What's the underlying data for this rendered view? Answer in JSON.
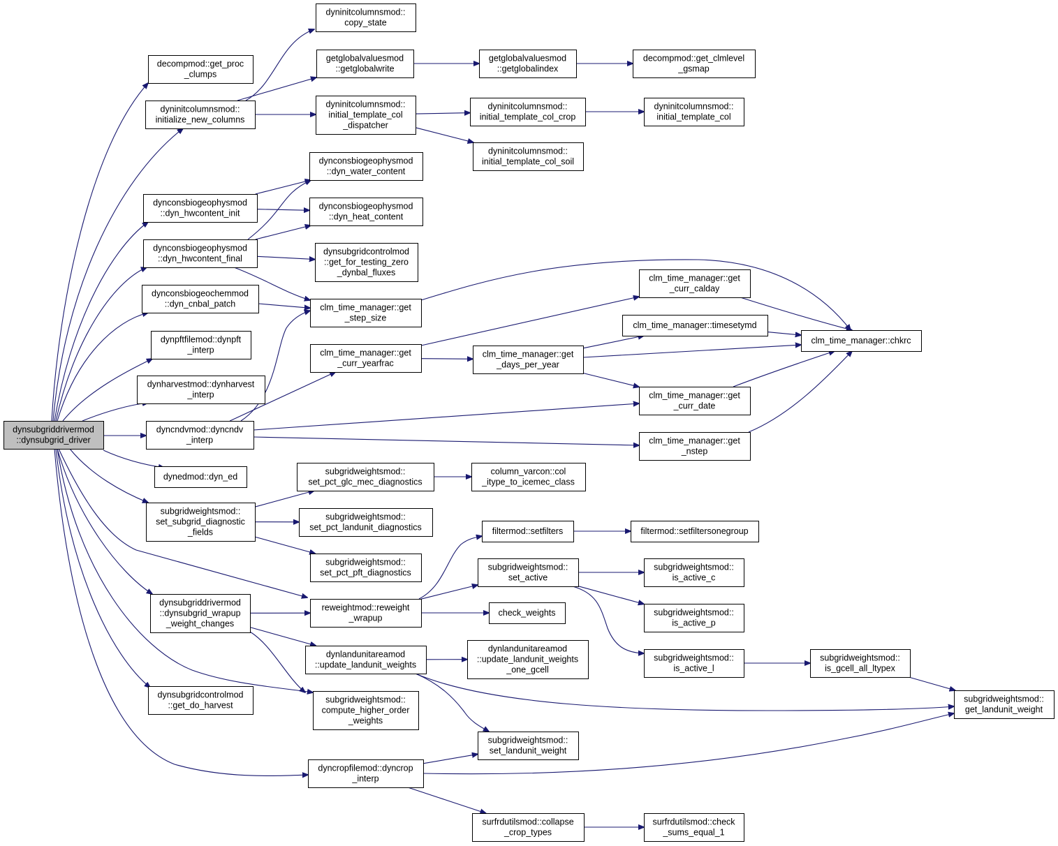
{
  "graph": {
    "title": "",
    "root": "root",
    "edge_color": "#191970",
    "root_fill": "#bfbfbf",
    "nodes": [
      {
        "id": "root",
        "lines": [
          "dynsubgriddrivermod",
          "::dynsubgrid_driver"
        ]
      },
      {
        "id": "get_proc_clumps",
        "lines": [
          "decompmod::get_proc",
          "_clumps"
        ]
      },
      {
        "id": "initialize_new_columns",
        "lines": [
          "dyninitcolumnsmod::",
          "initialize_new_columns"
        ]
      },
      {
        "id": "copy_state",
        "lines": [
          "dyninitcolumnsmod::",
          "copy_state"
        ]
      },
      {
        "id": "getglobalwrite",
        "lines": [
          "getglobalvaluesmod",
          "::getglobalwrite"
        ]
      },
      {
        "id": "getglobalindex",
        "lines": [
          "getglobalvaluesmod",
          "::getglobalindex"
        ]
      },
      {
        "id": "get_clmlevel_gsmap",
        "lines": [
          "decompmod::get_clmlevel",
          "_gsmap"
        ]
      },
      {
        "id": "initial_template_col_dispatcher",
        "lines": [
          "dyninitcolumnsmod::",
          "initial_template_col",
          "_dispatcher"
        ]
      },
      {
        "id": "initial_template_col_crop",
        "lines": [
          "dyninitcolumnsmod::",
          "initial_template_col_crop"
        ]
      },
      {
        "id": "initial_template_col",
        "lines": [
          "dyninitcolumnsmod::",
          "initial_template_col"
        ]
      },
      {
        "id": "initial_template_col_soil",
        "lines": [
          "dyninitcolumnsmod::",
          "initial_template_col_soil"
        ]
      },
      {
        "id": "dyn_hwcontent_init",
        "lines": [
          "dynconsbiogeophysmod",
          "::dyn_hwcontent_init"
        ]
      },
      {
        "id": "dyn_water_content",
        "lines": [
          "dynconsbiogeophysmod",
          "::dyn_water_content"
        ]
      },
      {
        "id": "dyn_heat_content",
        "lines": [
          "dynconsbiogeophysmod",
          "::dyn_heat_content"
        ]
      },
      {
        "id": "dyn_hwcontent_final",
        "lines": [
          "dynconsbiogeophysmod",
          "::dyn_hwcontent_final"
        ]
      },
      {
        "id": "get_for_testing_zero_dynbal_fluxes",
        "lines": [
          "dynsubgridcontrolmod",
          "::get_for_testing_zero",
          "_dynbal_fluxes"
        ]
      },
      {
        "id": "dyn_cnbal_patch",
        "lines": [
          "dynconsbiogeochemmod",
          "::dyn_cnbal_patch"
        ]
      },
      {
        "id": "get_step_size",
        "lines": [
          "clm_time_manager::get",
          "_step_size"
        ]
      },
      {
        "id": "get_curr_calday",
        "lines": [
          "clm_time_manager::get",
          "_curr_calday"
        ]
      },
      {
        "id": "chkrc",
        "lines": [
          "clm_time_manager::chkrc"
        ]
      },
      {
        "id": "timesetymd",
        "lines": [
          "clm_time_manager::timesetymd"
        ]
      },
      {
        "id": "dynpft_interp",
        "lines": [
          "dynpftfilemod::dynpft",
          "_interp"
        ]
      },
      {
        "id": "get_curr_yearfrac",
        "lines": [
          "clm_time_manager::get",
          "_curr_yearfrac"
        ]
      },
      {
        "id": "get_days_per_year",
        "lines": [
          "clm_time_manager::get",
          "_days_per_year"
        ]
      },
      {
        "id": "dynharvest_interp",
        "lines": [
          "dynharvestmod::dynharvest",
          "_interp"
        ]
      },
      {
        "id": "get_curr_date",
        "lines": [
          "clm_time_manager::get",
          "_curr_date"
        ]
      },
      {
        "id": "dyncndv_interp",
        "lines": [
          "dyncndvmod::dyncndv",
          "_interp"
        ]
      },
      {
        "id": "get_nstep",
        "lines": [
          "clm_time_manager::get",
          "_nstep"
        ]
      },
      {
        "id": "dyn_ed",
        "lines": [
          "dynedmod::dyn_ed"
        ]
      },
      {
        "id": "set_pct_glc_mec_diagnostics",
        "lines": [
          "subgridweightsmod::",
          "set_pct_glc_mec_diagnostics"
        ]
      },
      {
        "id": "col_itype_to_icemec_class",
        "lines": [
          "column_varcon::col",
          "_itype_to_icemec_class"
        ]
      },
      {
        "id": "set_subgrid_diagnostic_fields",
        "lines": [
          "subgridweightsmod::",
          "set_subgrid_diagnostic",
          "_fields"
        ]
      },
      {
        "id": "set_pct_landunit_diagnostics",
        "lines": [
          "subgridweightsmod::",
          "set_pct_landunit_diagnostics"
        ]
      },
      {
        "id": "setfilters",
        "lines": [
          "filtermod::setfilters"
        ]
      },
      {
        "id": "setfiltersonegroup",
        "lines": [
          "filtermod::setfiltersonegroup"
        ]
      },
      {
        "id": "set_pct_pft_diagnostics",
        "lines": [
          "subgridweightsmod::",
          "set_pct_pft_diagnostics"
        ]
      },
      {
        "id": "set_active",
        "lines": [
          "subgridweightsmod::",
          "set_active"
        ]
      },
      {
        "id": "is_active_c",
        "lines": [
          "subgridweightsmod::",
          "is_active_c"
        ]
      },
      {
        "id": "dynsubgrid_wrapup_weight_changes",
        "lines": [
          "dynsubgriddrivermod",
          "::dynsubgrid_wrapup",
          "_weight_changes"
        ]
      },
      {
        "id": "reweight_wrapup",
        "lines": [
          "reweightmod::reweight",
          "_wrapup"
        ]
      },
      {
        "id": "check_weights",
        "lines": [
          "check_weights"
        ]
      },
      {
        "id": "is_active_p",
        "lines": [
          "subgridweightsmod::",
          "is_active_p"
        ]
      },
      {
        "id": "update_landunit_weights",
        "lines": [
          "dynlandunitareamod",
          "::update_landunit_weights"
        ]
      },
      {
        "id": "update_landunit_weights_one_gcell",
        "lines": [
          "dynlandunitareamod",
          "::update_landunit_weights",
          "_one_gcell"
        ]
      },
      {
        "id": "is_active_l",
        "lines": [
          "subgridweightsmod::",
          "is_active_l"
        ]
      },
      {
        "id": "is_gcell_all_ltypex",
        "lines": [
          "subgridweightsmod::",
          "is_gcell_all_ltypex"
        ]
      },
      {
        "id": "get_do_harvest",
        "lines": [
          "dynsubgridcontrolmod",
          "::get_do_harvest"
        ]
      },
      {
        "id": "compute_higher_order_weights",
        "lines": [
          "subgridweightsmod::",
          "compute_higher_order",
          "_weights"
        ]
      },
      {
        "id": "get_landunit_weight",
        "lines": [
          "subgridweightsmod::",
          "get_landunit_weight"
        ]
      },
      {
        "id": "set_landunit_weight",
        "lines": [
          "subgridweightsmod::",
          "set_landunit_weight"
        ]
      },
      {
        "id": "dyncrop_interp",
        "lines": [
          "dyncropfilemod::dyncrop",
          "_interp"
        ]
      },
      {
        "id": "collapse_crop_types",
        "lines": [
          "surfrdutilsmod::collapse",
          "_crop_types"
        ]
      },
      {
        "id": "check_sums_equal_1",
        "lines": [
          "surfrdutilsmod::check",
          "_sums_equal_1"
        ]
      }
    ],
    "edges": [
      [
        "root",
        "get_proc_clumps"
      ],
      [
        "root",
        "initialize_new_columns"
      ],
      [
        "root",
        "dyn_hwcontent_init"
      ],
      [
        "root",
        "dyn_hwcontent_final"
      ],
      [
        "root",
        "dyn_cnbal_patch"
      ],
      [
        "root",
        "dynpft_interp"
      ],
      [
        "root",
        "dynharvest_interp"
      ],
      [
        "root",
        "dyncndv_interp"
      ],
      [
        "root",
        "dyn_ed"
      ],
      [
        "root",
        "set_subgrid_diagnostic_fields"
      ],
      [
        "root",
        "reweight_wrapup"
      ],
      [
        "root",
        "dynsubgrid_wrapup_weight_changes"
      ],
      [
        "root",
        "get_do_harvest"
      ],
      [
        "root",
        "compute_higher_order_weights"
      ],
      [
        "root",
        "dyncrop_interp"
      ],
      [
        "initialize_new_columns",
        "copy_state"
      ],
      [
        "initialize_new_columns",
        "getglobalwrite"
      ],
      [
        "initialize_new_columns",
        "initial_template_col_dispatcher"
      ],
      [
        "getglobalwrite",
        "getglobalindex"
      ],
      [
        "getglobalindex",
        "get_clmlevel_gsmap"
      ],
      [
        "initial_template_col_dispatcher",
        "initial_template_col_crop"
      ],
      [
        "initial_template_col_dispatcher",
        "initial_template_col_soil"
      ],
      [
        "initial_template_col_crop",
        "initial_template_col"
      ],
      [
        "dyn_hwcontent_init",
        "dyn_water_content"
      ],
      [
        "dyn_hwcontent_init",
        "dyn_heat_content"
      ],
      [
        "dyn_hwcontent_final",
        "dyn_water_content"
      ],
      [
        "dyn_hwcontent_final",
        "dyn_heat_content"
      ],
      [
        "dyn_hwcontent_final",
        "get_for_testing_zero_dynbal_fluxes"
      ],
      [
        "dyn_hwcontent_final",
        "get_step_size"
      ],
      [
        "dyn_cnbal_patch",
        "get_step_size"
      ],
      [
        "get_step_size",
        "chkrc"
      ],
      [
        "get_curr_yearfrac",
        "get_curr_calday"
      ],
      [
        "get_curr_yearfrac",
        "get_days_per_year"
      ],
      [
        "get_curr_calday",
        "chkrc"
      ],
      [
        "get_days_per_year",
        "timesetymd"
      ],
      [
        "get_days_per_year",
        "chkrc"
      ],
      [
        "get_days_per_year",
        "get_curr_date"
      ],
      [
        "timesetymd",
        "chkrc"
      ],
      [
        "get_curr_date",
        "chkrc"
      ],
      [
        "get_nstep",
        "chkrc"
      ],
      [
        "dyncndv_interp",
        "get_step_size"
      ],
      [
        "dyncndv_interp",
        "get_curr_yearfrac"
      ],
      [
        "dyncndv_interp",
        "get_curr_date"
      ],
      [
        "dyncndv_interp",
        "get_nstep"
      ],
      [
        "set_subgrid_diagnostic_fields",
        "set_pct_glc_mec_diagnostics"
      ],
      [
        "set_subgrid_diagnostic_fields",
        "set_pct_landunit_diagnostics"
      ],
      [
        "set_subgrid_diagnostic_fields",
        "set_pct_pft_diagnostics"
      ],
      [
        "set_pct_glc_mec_diagnostics",
        "col_itype_to_icemec_class"
      ],
      [
        "dynsubgrid_wrapup_weight_changes",
        "reweight_wrapup"
      ],
      [
        "dynsubgrid_wrapup_weight_changes",
        "update_landunit_weights"
      ],
      [
        "dynsubgrid_wrapup_weight_changes",
        "compute_higher_order_weights"
      ],
      [
        "reweight_wrapup",
        "setfilters"
      ],
      [
        "reweight_wrapup",
        "set_active"
      ],
      [
        "reweight_wrapup",
        "check_weights"
      ],
      [
        "setfilters",
        "setfiltersonegroup"
      ],
      [
        "set_active",
        "is_active_c"
      ],
      [
        "set_active",
        "is_active_p"
      ],
      [
        "set_active",
        "is_active_l"
      ],
      [
        "is_active_l",
        "is_gcell_all_ltypex"
      ],
      [
        "is_gcell_all_ltypex",
        "get_landunit_weight"
      ],
      [
        "update_landunit_weights",
        "update_landunit_weights_one_gcell"
      ],
      [
        "update_landunit_weights",
        "get_landunit_weight"
      ],
      [
        "update_landunit_weights",
        "set_landunit_weight"
      ],
      [
        "dyncrop_interp",
        "set_landunit_weight"
      ],
      [
        "dyncrop_interp",
        "get_landunit_weight"
      ],
      [
        "dyncrop_interp",
        "collapse_crop_types"
      ],
      [
        "collapse_crop_types",
        "check_sums_equal_1"
      ]
    ]
  }
}
